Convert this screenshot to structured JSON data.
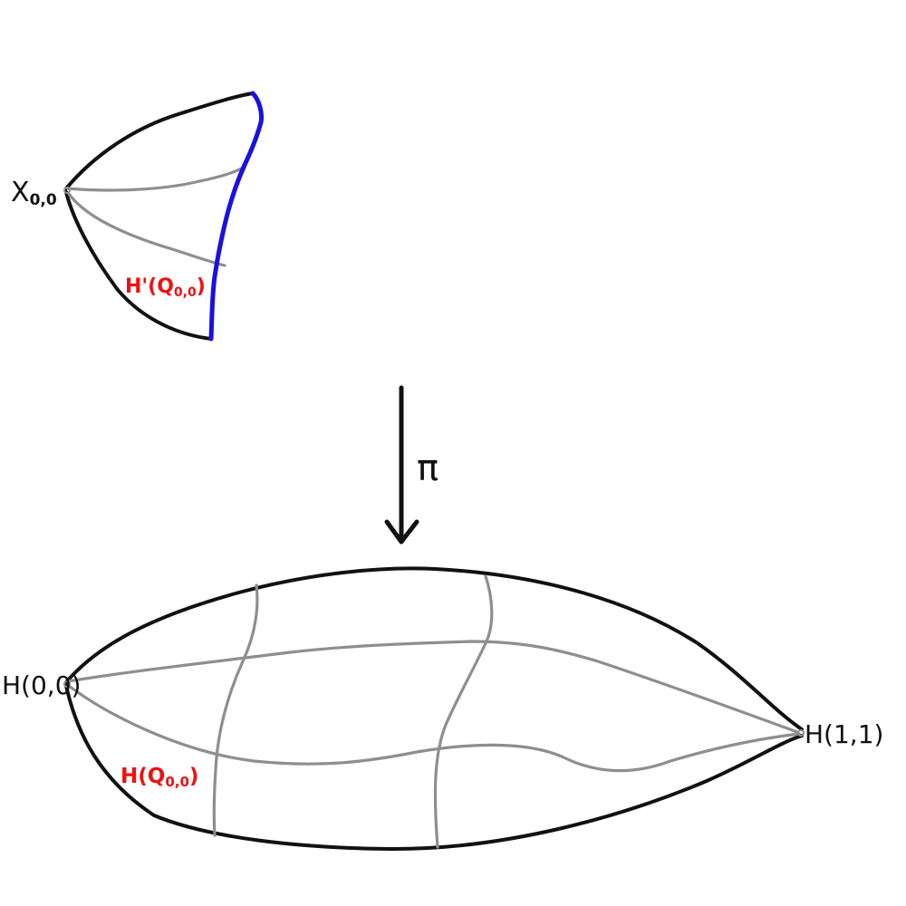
{
  "labels": {
    "x00_main": "X",
    "x00_sub": "0,0",
    "h_prime_q00": {
      "prefix": "H'(Q",
      "sub": "0,0",
      "suffix": ")"
    },
    "pi": "π",
    "h00": "H(0,0)",
    "h11": "H(1,1)",
    "h_q00": {
      "prefix": "H(Q",
      "sub": "0,0",
      "suffix": ")"
    }
  },
  "colors": {
    "outline": "#111111",
    "grid": "#8e8e8e",
    "edge": "#1a10e0",
    "label_red": "#ee1111"
  }
}
